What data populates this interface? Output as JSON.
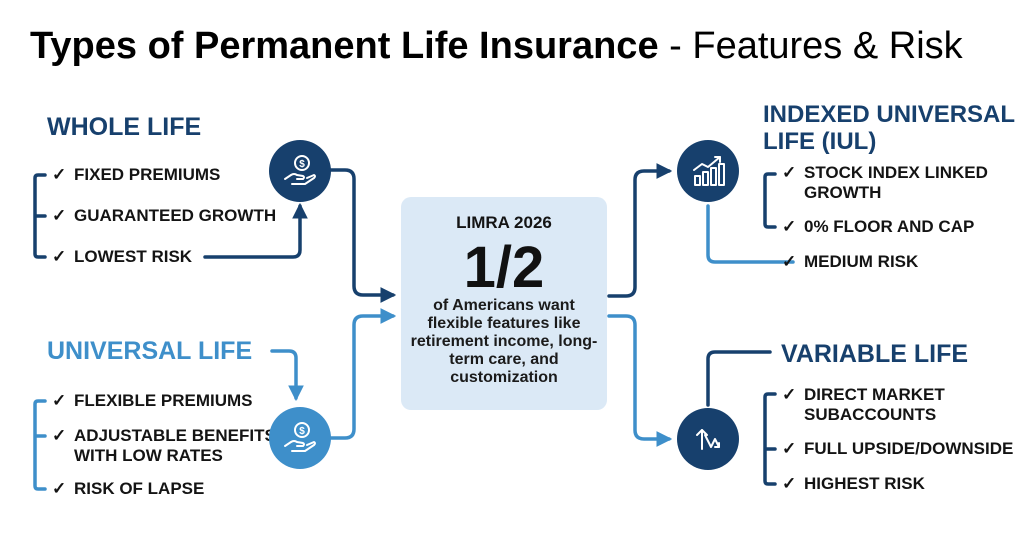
{
  "title": {
    "bold": "Types of Permanent Life Insurance",
    "light": "- Features & Risk"
  },
  "center": {
    "source": "LIMRA 2026",
    "stat": "1/2",
    "text": "of Americans want flexible features like retirement income, long-term care, and customization"
  },
  "whole_life": {
    "heading": "WHOLE LIFE",
    "icon": "hand-dollar-icon",
    "items": [
      "FIXED PREMIUMS",
      "GUARANTEED GROWTH",
      "LOWEST RISK"
    ]
  },
  "universal_life": {
    "heading": "UNIVERSAL LIFE",
    "icon": "hand-dollar-icon",
    "items": [
      "FLEXIBLE PREMIUMS",
      "ADJUSTABLE BENEFITS\nWITH LOW RATES",
      "RISK OF LAPSE"
    ]
  },
  "indexed_universal_life": {
    "heading": "INDEXED UNIVERSAL\nLIFE (IUL)",
    "icon": "bar-chart-rising-icon",
    "items": [
      "STOCK INDEX LINKED\nGROWTH",
      "0% FLOOR AND CAP",
      "MEDIUM RISK"
    ]
  },
  "variable_life": {
    "heading": "VARIABLE LIFE",
    "icon": "up-down-arrows-icon",
    "items": [
      "DIRECT MARKET\nSUBACCOUNTS",
      "FULL UPSIDE/DOWNSIDE",
      "HIGHEST RISK"
    ]
  },
  "colors": {
    "dark_blue": "#17406d",
    "light_blue": "#3e8fca",
    "center_box": "#dbe9f6"
  }
}
